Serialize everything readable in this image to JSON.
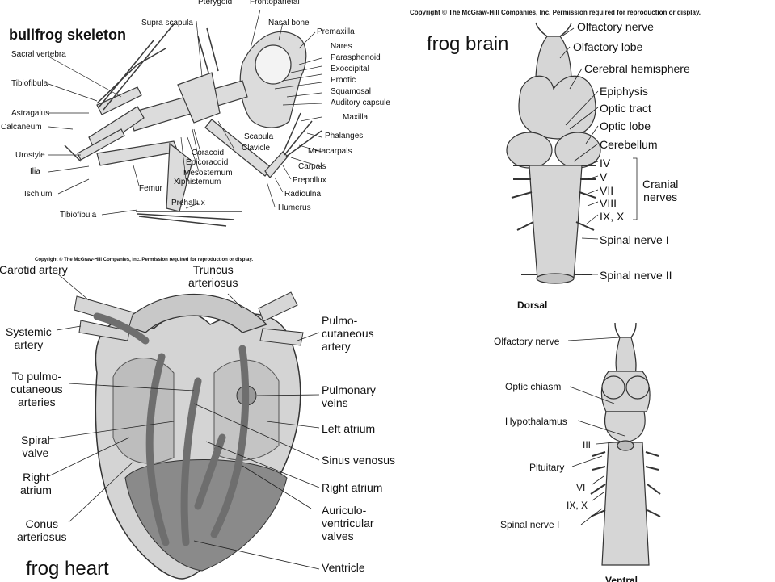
{
  "skeleton": {
    "title": "bullfrog skeleton",
    "labels": {
      "pterygoid": "Pterygoid",
      "frontoparietal": "Frontoparietal",
      "supra_scapula": "Supra scapula",
      "nasal_bone": "Nasal bone",
      "premaxilla": "Premaxilla",
      "sacral_vertebra": "Sacral vertebra",
      "nares": "Nares",
      "parasphenoid": "Parasphenoid",
      "exoccipital": "Exoccipital",
      "tibiofibula_top": "Tibiofibula",
      "prootic": "Prootic",
      "squamosal": "Squamosal",
      "auditory_capsule": "Auditory capsule",
      "astragalus": "Astragalus",
      "maxilla": "Maxilla",
      "calcaneum": "Calcaneum",
      "phalanges": "Phalanges",
      "scapula": "Scapula",
      "clavicle": "Clavicle",
      "coracoid": "Coracoid",
      "urostyle": "Urostyle",
      "metacarpals": "Metacarpals",
      "epicoracoid": "Epicoracoid",
      "carpals": "Carpals",
      "ilia": "Ilia",
      "mesosternum": "Mesosternum",
      "prepollux": "Prepollux",
      "xiphisternum": "Xiphisternum",
      "femur": "Femur",
      "ischium": "Ischium",
      "radioulna": "Radioulna",
      "humerus": "Humerus",
      "prehallux": "Prehallux",
      "tibiofibula_bottom": "Tibiofibula"
    }
  },
  "heart": {
    "copyright": "Copyright © The McGraw-Hill Companies, Inc. Permission required for reproduction or display.",
    "title": "frog heart",
    "labels": {
      "carotid_artery": "Carotid artery",
      "truncus_arteriosus": "Truncus\narteriosus",
      "systemic_artery": "Systemic\nartery",
      "pulmocutaneous_artery": "Pulmo-\ncutaneous\nartery",
      "to_pulmocutaneous": "To pulmo-\ncutaneous\narteries",
      "pulmonary_veins": "Pulmonary\nveins",
      "left_atrium": "Left atrium",
      "spiral_valve": "Spiral\nvalve",
      "sinus_venosus": "Sinus venosus",
      "right_atrium_left": "Right\natrium",
      "right_atrium_right": "Right atrium",
      "conus_arteriosus": "Conus\narteriosus",
      "av_valves": "Auriculo-\nventricular\nvalves",
      "ventricle": "Ventricle"
    }
  },
  "brain": {
    "copyright": "Copyright © The McGraw-Hill Companies, Inc. Permission required for reproduction or display.",
    "title": "frog brain",
    "dorsal": {
      "caption": "Dorsal",
      "labels": {
        "olfactory_nerve": "Olfactory nerve",
        "olfactory_lobe": "Olfactory lobe",
        "cerebral_hemisphere": "Cerebral hemisphere",
        "epiphysis": "Epiphysis",
        "optic_tract": "Optic tract",
        "optic_lobe": "Optic lobe",
        "cerebellum": "Cerebellum",
        "iv": "IV",
        "v": "V",
        "vii": "VII",
        "viii": "VIII",
        "ix_x": "IX, X",
        "cranial_nerves": "Cranial\nnerves",
        "spinal_nerve_1": "Spinal nerve I",
        "spinal_nerve_2": "Spinal nerve II"
      }
    },
    "ventral": {
      "caption": "Ventral",
      "labels": {
        "olfactory_nerve": "Olfactory nerve",
        "optic_chiasm": "Optic chiasm",
        "hypothalamus": "Hypothalamus",
        "iii": "III",
        "pituitary": "Pituitary",
        "vi": "VI",
        "ix_x": "IX, X",
        "spinal_nerve_1": "Spinal nerve I"
      }
    }
  },
  "colors": {
    "bone": "#dcdcdc",
    "bone_stroke": "#3a3a3a",
    "tissue": "#c8c8c8",
    "tissue_dark": "#7a7a7a",
    "arrow": "#6e6e6e",
    "brain": "#d6d6d6"
  }
}
